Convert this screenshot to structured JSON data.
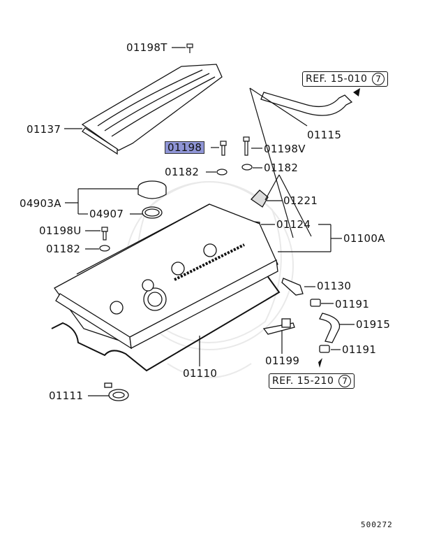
{
  "diagram": {
    "parts": {
      "p01198T": "01198T",
      "p01137": "01137",
      "p01198": "01198",
      "p01198V": "01198V",
      "p01182a": "01182",
      "p01182b": "01182",
      "p04903A": "04903A",
      "p04907": "04907",
      "p01221": "01221",
      "p01198U": "01198U",
      "p01124": "01124",
      "p01100A": "01100A",
      "p01182c": "01182",
      "p01130": "01130",
      "p01191a": "01191",
      "p01915": "01915",
      "p01110": "01110",
      "p01199": "01199",
      "p01191b": "01191",
      "p01111": "01111",
      "p01115": "01115"
    },
    "refs": {
      "ref_top": "REF. 15-010",
      "ref_top_num": "7",
      "ref_bottom": "REF. 15-210",
      "ref_bottom_num": "7"
    },
    "diagram_code": "500272",
    "highlight_color": "#8f95d6"
  }
}
